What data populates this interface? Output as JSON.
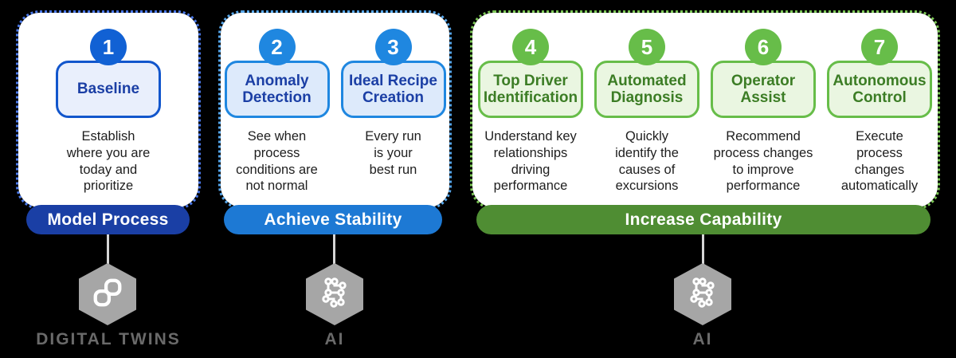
{
  "panels": [
    {
      "pill_label": "Model Process",
      "steps": [
        {
          "number": "1",
          "title": "Baseline",
          "description": "Establish\nwhere you are\ntoday and\nprioritize"
        }
      ]
    },
    {
      "pill_label": "Achieve Stability",
      "steps": [
        {
          "number": "2",
          "title": "Anomaly\nDetection",
          "description": "See when\nprocess\nconditions are\nnot normal"
        },
        {
          "number": "3",
          "title": "Ideal Recipe\nCreation",
          "description": "Every run\nis your\nbest run"
        }
      ]
    },
    {
      "pill_label": "Increase Capability",
      "steps": [
        {
          "number": "4",
          "title": "Top Driver\nIdentification",
          "description": "Understand key\nrelationships\ndriving\nperformance"
        },
        {
          "number": "5",
          "title": "Automated\nDiagnosis",
          "description": "Quickly\nidentify the\ncauses of\nexcursions"
        },
        {
          "number": "6",
          "title": "Operator\nAssist",
          "description": "Recommend\nprocess changes\nto improve\nperformance"
        },
        {
          "number": "7",
          "title": "Autonomous\nControl",
          "description": "Execute\nprocess\nchanges\nautomatically"
        }
      ]
    }
  ],
  "technologies": [
    {
      "label": "DIGITAL TWINS",
      "icon": "digital-twins-icon"
    },
    {
      "label": "AI",
      "icon": "ai-circuit-icon"
    },
    {
      "label": "AI",
      "icon": "ai-circuit-icon"
    }
  ],
  "colors": {
    "background": "#000000",
    "panel_fill": "#ffffff",
    "panel1_dotted_border": "#4a78e8",
    "panel2_dotted_border": "#58a8ec",
    "panel3_dotted_border": "#7dc757",
    "circle1_blue": "#1161d4",
    "circle23_blue": "#1f87e0",
    "circle4567_green": "#67bd49",
    "card_blue_fill": "#ddeafb",
    "card_green_fill": "#eaf6e1",
    "pill_model_process": "#1a3fa5",
    "pill_achieve_stability": "#1d79d4",
    "pill_increase_capability": "#4f8d33",
    "hexagon_gray": "#a6a6a6",
    "tech_label_gray": "#6a6a6a"
  }
}
